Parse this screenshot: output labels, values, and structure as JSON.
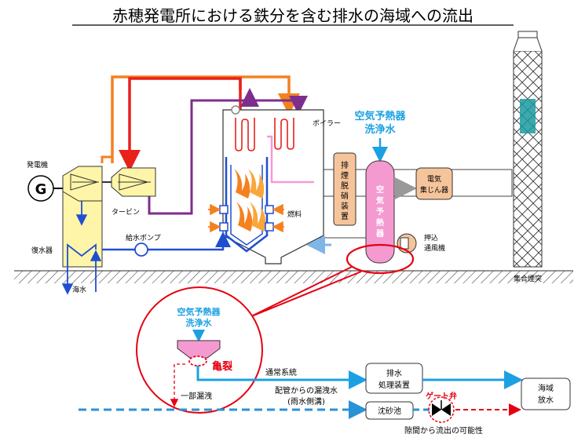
{
  "title": "赤穂発電所における鉄分を含む排水の海域への流出",
  "labels": {
    "generator": "発電機",
    "generator_symbol": "G",
    "turbine": "タービン",
    "condenser": "復水器",
    "seawater": "海水",
    "feed_pump": "給水ポンプ",
    "boiler": "ボイラー",
    "fuel": "燃料",
    "denox": [
      "排",
      "煙",
      "脱",
      "硝",
      "装",
      "置"
    ],
    "aph": [
      "空",
      "気",
      "予",
      "熱",
      "器"
    ],
    "esp": [
      "電気",
      "集じん器"
    ],
    "fan": [
      "押込",
      "通風機"
    ],
    "stack": "集合煙突",
    "aph_wash_title": [
      "空気予熱器",
      "洗浄水"
    ],
    "aph_wash_inset": [
      "空気予熱器",
      "洗浄水"
    ],
    "crack": "亀裂",
    "partial_leak": "一部漏洩",
    "normal_system": "通常系統",
    "leak_from_pipe": [
      "配管からの漏洩水",
      "(雨水側溝)"
    ],
    "wastewater_plant": [
      "排水",
      "処理装置"
    ],
    "settling_pond": "沈砂池",
    "gate_valve": "ゲート弁",
    "sea_discharge": [
      "海域",
      "放水"
    ],
    "possible_outflow": "隙間から流出の可能性"
  },
  "colors": {
    "steam_red": "#e8211c",
    "steam_orange": "#f4811f",
    "purple": "#7d2e8c",
    "feed_blue": "#1f4fd1",
    "wash_cyan": "#1ba1e2",
    "aph_pink": "#f49ad1",
    "denox_tan": "#f6c49b",
    "turbine_yellow": "#fff5a8",
    "duct_gray": "#b5b5b5",
    "leak_dash_blue": "#2a93d5",
    "alert_red": "#e60012"
  }
}
